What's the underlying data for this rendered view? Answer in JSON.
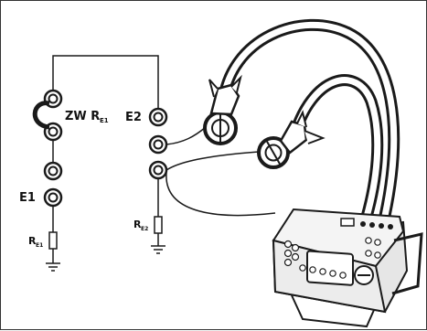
{
  "labels": {
    "zw_main": "ZW R",
    "zw_sub": "E1",
    "e2": "E2",
    "e1": "E1",
    "re1_main": "R",
    "re1_sub": "E1",
    "re2_main": "R",
    "re2_sub": "E2"
  },
  "colors": {
    "line": "#1a1a1a",
    "cable_outer": "#1a1a1a",
    "cable_inner": "#ffffff",
    "meter_body": "#f2f2f2",
    "meter_outline": "#1a1a1a"
  }
}
